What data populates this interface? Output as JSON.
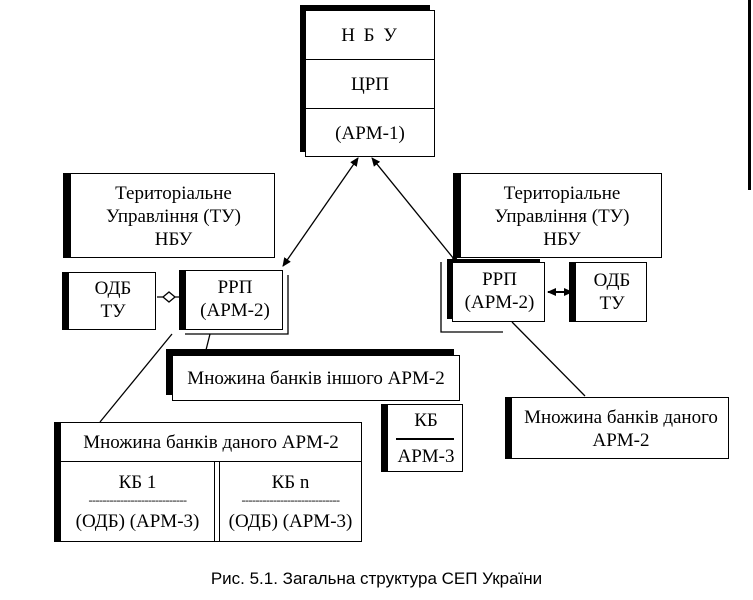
{
  "nbu_block": {
    "line1": "Н Б У",
    "line2": "ЦРП",
    "line3": "(АРМ-1)"
  },
  "tu_left": {
    "line1": "Територіальне",
    "line2": "Управління  (ТУ)",
    "line3": "НБУ"
  },
  "tu_right": {
    "line1": "Територіальне",
    "line2": "Управління  (ТУ)",
    "line3": "НБУ"
  },
  "odb_left": {
    "line1": "ОДБ",
    "line2": "ТУ"
  },
  "odb_right": {
    "line1": "ОДБ",
    "line2": "ТУ"
  },
  "rrp_left": {
    "line1": "РРП",
    "line2": "(АРМ-2)"
  },
  "rrp_right": {
    "line1": "РРП",
    "line2": "(АРМ-2)"
  },
  "other_banks": {
    "label": "Множина банків іншого АРМ-2"
  },
  "kb_small": {
    "top": "КБ",
    "bottom": "АРМ-3"
  },
  "given_banks_right": {
    "line1": "Множина банків даного",
    "line2": "АРМ-2"
  },
  "given_banks_left": {
    "header": "Множина банків даного  АРМ-2",
    "cell1_title": "КБ 1",
    "cell2_title": "КБ n",
    "dashes": "----------------------------",
    "cell1_bottom": "(ОДБ)  (АРМ-3)",
    "cell2_bottom": "(ОДБ)  (АРМ-3)"
  },
  "caption": "Рис. 5.1. Загальна структура СЕП України"
}
